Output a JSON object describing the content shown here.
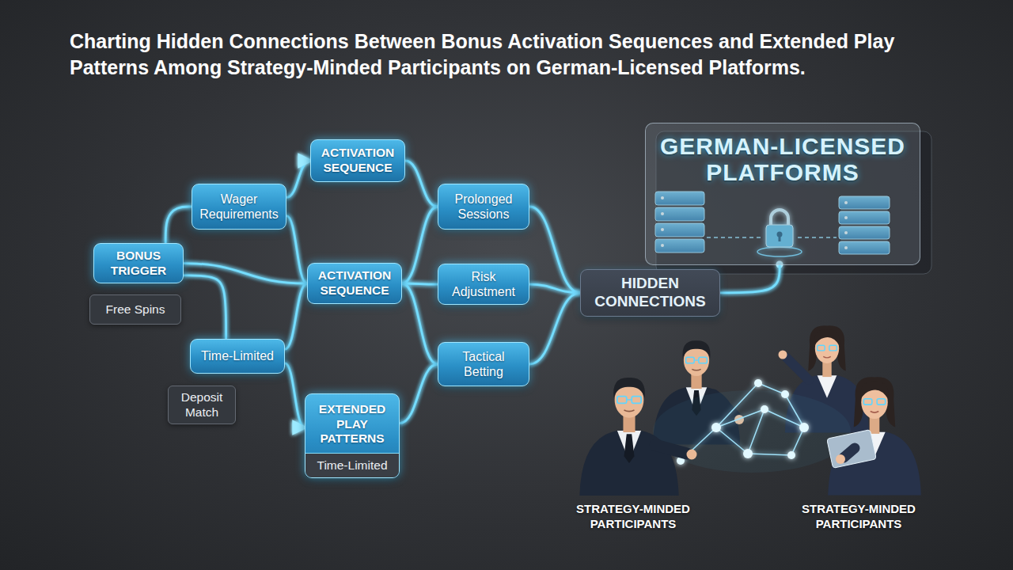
{
  "diagram": {
    "title": "Charting Hidden Connections Between Bonus Activation Sequences and Extended Play Patterns Among Strategy-Minded Participants on German-Licensed Platforms.",
    "nodes": [
      {
        "text": [
          "BONUS TRIGGER"
        ]
      },
      {
        "text": [
          "Free Spins"
        ]
      },
      {
        "text": [
          "Wager Requirements"
        ]
      },
      {
        "text": [
          "Time-Limited"
        ]
      },
      {
        "text": [
          "Deposit Match"
        ]
      },
      {
        "text": [
          "ACTIVATION SEQUENCE"
        ]
      },
      {
        "text": [
          "ACTIVATION SEQUENCE"
        ]
      },
      {
        "text": [
          "EXTENDED PLAY PATTERNS"
        ]
      },
      {
        "text": [
          "Time-Limited"
        ],
        "in": 7
      },
      {
        "text": [
          "Prolonged Sessions"
        ]
      },
      {
        "text": [
          "Risk Adjustment"
        ]
      },
      {
        "text": [
          "Tactical Betting"
        ]
      },
      {
        "text": [
          "HIDDEN CONNECTIONS"
        ]
      },
      {
        "text": [
          "GERMAN-LICENSED PLATFORMS"
        ]
      }
    ],
    "edges": [
      {
        "from": 0,
        "to": 2,
        "arrow": "none"
      },
      {
        "from": 0,
        "to": 6,
        "arrow": "none"
      },
      {
        "from": 0,
        "to": 3,
        "arrow": "none"
      },
      {
        "from": 2,
        "to": 5,
        "arrow": "to"
      },
      {
        "from": 2,
        "to": 6,
        "arrow": "none"
      },
      {
        "from": 3,
        "to": 6,
        "arrow": "none"
      },
      {
        "from": 3,
        "to": 7,
        "arrow": "to"
      },
      {
        "from": 5,
        "to": 9,
        "arrow": "none"
      },
      {
        "from": 6,
        "to": 9,
        "arrow": "none"
      },
      {
        "from": 6,
        "to": 10,
        "arrow": "none"
      },
      {
        "from": 6,
        "to": 11,
        "arrow": "none"
      },
      {
        "from": 7,
        "to": 11,
        "arrow": "none"
      },
      {
        "from": 9,
        "to": 12,
        "arrow": "none"
      },
      {
        "from": 10,
        "to": 12,
        "arrow": "none"
      },
      {
        "from": 11,
        "to": 12,
        "arrow": "none"
      },
      {
        "from": 12,
        "to": 13,
        "arrow": "none"
      }
    ],
    "labels": [
      "STRATEGY-MINDED PARTICIPANTS",
      "STRATEGY-MINDED PARTICIPANTS"
    ]
  }
}
